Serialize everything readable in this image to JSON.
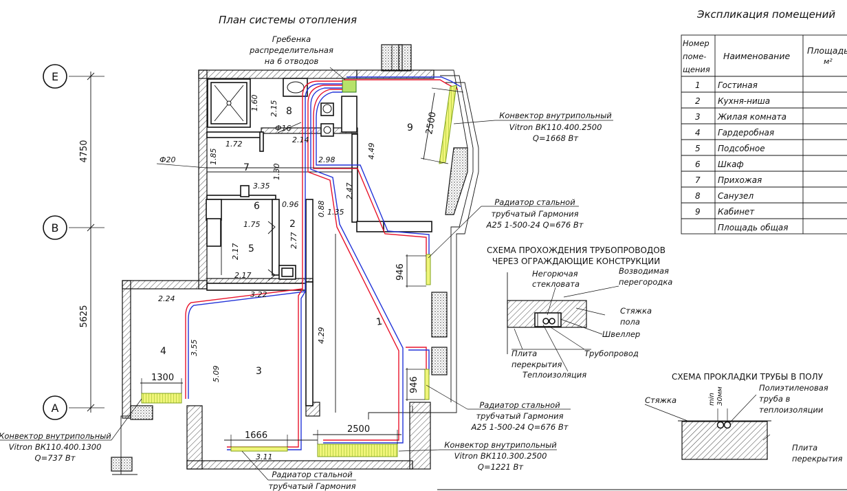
{
  "title": "План системы отопления",
  "explication": {
    "title": "Экспликация помещений",
    "headers": [
      "Номер поме-щения",
      "Наименование",
      "Площадь м²"
    ],
    "rows": [
      {
        "num": "1",
        "name": "Гостиная"
      },
      {
        "num": "2",
        "name": "Кухня-ниша"
      },
      {
        "num": "3",
        "name": "Жилая комната"
      },
      {
        "num": "4",
        "name": "Гардеробная"
      },
      {
        "num": "5",
        "name": "Подсобное"
      },
      {
        "num": "6",
        "name": "Шкаф"
      },
      {
        "num": "7",
        "name": "Прихожая"
      },
      {
        "num": "8",
        "name": "Санузел"
      },
      {
        "num": "9",
        "name": "Кабинет"
      },
      {
        "num": "",
        "name": "Площадь общая"
      }
    ]
  },
  "axes": {
    "e": "Е",
    "b": "В",
    "a": "А",
    "dim_eb": "4750",
    "dim_ba": "5625"
  },
  "rooms": [
    "1",
    "2",
    "3",
    "4",
    "5",
    "6",
    "7",
    "8",
    "9"
  ],
  "dims": {
    "d160": "1.60",
    "d215": "2.15",
    "d172": "1.72",
    "d185": "1.85",
    "d130": "1.30",
    "d214": "2.14",
    "d298": "2.98",
    "d247": "2.47",
    "d449": "4.49",
    "d335": "3.35",
    "d096": "0.96",
    "d088": "0.88",
    "d135": "1.35",
    "d175": "1.75",
    "d277": "2.77",
    "d217a": "2.17",
    "d217b": "2.17",
    "d224": "2.24",
    "d322": "3.22",
    "d355": "3.55",
    "d509": "5.09",
    "d429": "4.29",
    "d311": "3.11",
    "l2500a": "2500",
    "l946a": "946",
    "l946b": "946",
    "l1300": "1300",
    "l1666": "1666",
    "l2500b": "2500",
    "phi16": "Ф16",
    "phi20": "Ф20"
  },
  "labels": {
    "manifold": [
      "Гребенка",
      "распределительная",
      "на 6 отводов"
    ],
    "conv9": [
      "Конвектор внутрипольный",
      "Vitron ВК110.400.2500",
      "Q=1668 Вт"
    ],
    "rad1": [
      "Радиатор стальной",
      "трубчатый Гармония",
      "А25 1-500-24 Q=676 Вт"
    ],
    "rad2": [
      "Радиатор стальной",
      "трубчатый Гармония",
      "А25 1-500-24 Q=676 Вт"
    ],
    "conv_bot": [
      "Конвектор внутрипольный",
      "Vitron ВК110.300.2500",
      "Q=1221 Вт"
    ],
    "conv4": [
      "Конвектор внутрипольный",
      "Vitron ВК110.400.1300",
      "Q=737 Вт"
    ],
    "rad3": [
      "Радиатор стальной",
      "трубчатый Гармония"
    ]
  },
  "scheme1": {
    "title": [
      "СХЕМА ПРОХОЖДЕНИЯ ТРУБОПРОВОДОВ",
      "ЧЕРЕЗ ОГРАЖДАЮЩИЕ КОНСТРУКЦИИ"
    ],
    "wool": [
      "Негорючая",
      "стекловата"
    ],
    "partition": [
      "Возводимая",
      "перегородка"
    ],
    "screed": [
      "Стяжка",
      "пола"
    ],
    "channel": "Швеллер",
    "slab": [
      "Плита",
      "перекрытия"
    ],
    "pipe": "Трубопровод",
    "insul": "Теплоизоляция"
  },
  "scheme2": {
    "title": "СХЕМА ПРОКЛАДКИ ТРУБЫ В ПОЛУ",
    "screed": "Стяжка",
    "min": "min",
    "mm": "30мм",
    "pipe": [
      "Полиэтиленовая",
      "труба в",
      "теплоизоляции"
    ],
    "slab": [
      "Плита",
      "перекрытия"
    ]
  },
  "colors": {
    "supply": "#e8132a",
    "return": "#2233d8",
    "radiator": "#f0f57a"
  }
}
